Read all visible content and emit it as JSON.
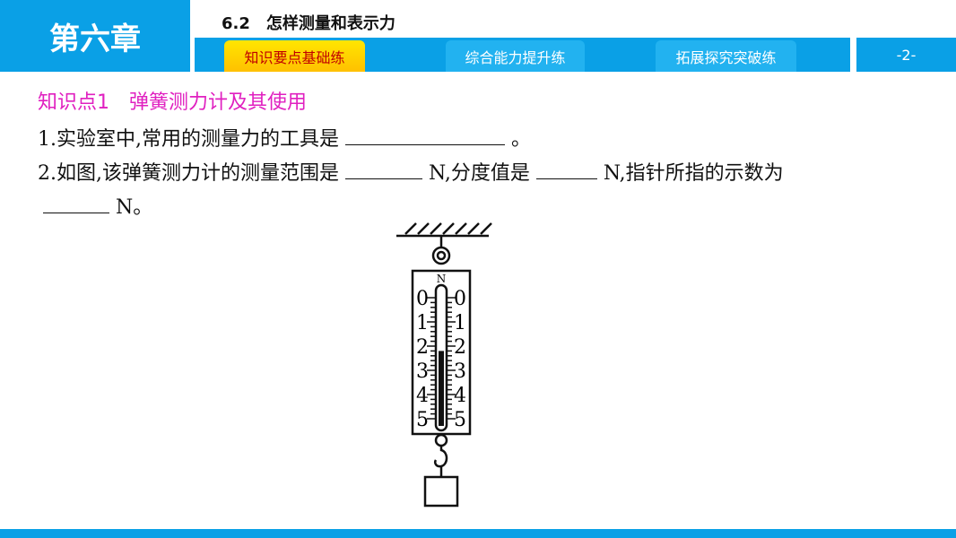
{
  "header": {
    "chapter": "第六章",
    "section_title": "6.2　怎样测量和表示力",
    "tabs": [
      "知识要点基础练",
      "综合能力提升练",
      "拓展探究突破练"
    ],
    "page": "-2-"
  },
  "content": {
    "heading": "知识点1　弹簧测力计及其使用",
    "q1": {
      "text": "1.实验室中,常用的测量力的工具是",
      "end": "。"
    },
    "q2": {
      "a": "2.如图,该弹簧测力计的测量范围是",
      "b": "N,分度值是",
      "c": "N,指针所指的示数为",
      "d": "N。"
    }
  },
  "figure": {
    "unit": "N",
    "scale_labels": [
      "0",
      "1",
      "2",
      "3",
      "4",
      "5"
    ],
    "pointer_value": 2.2
  }
}
